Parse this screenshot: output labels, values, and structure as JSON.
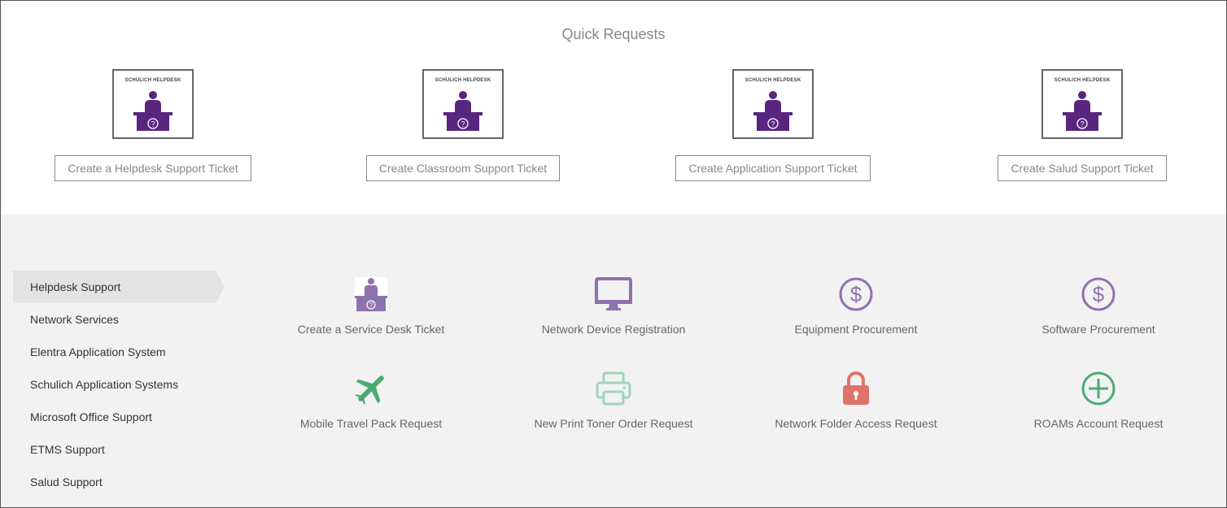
{
  "quick": {
    "title": "Quick Requests",
    "image_label": "SCHULICH HELPDESK",
    "buttons": [
      "Create a Helpdesk Support Ticket",
      "Create Classroom Support Ticket",
      "Create Application Support Ticket",
      "Create Salud Support Ticket"
    ]
  },
  "sidebar": {
    "items": [
      "Helpdesk Support",
      "Network Services",
      "Elentra Application System",
      "Schulich Application Systems",
      "Microsoft Office Support",
      "ETMS Support",
      "Salud Support"
    ]
  },
  "services": [
    "Create a Service Desk Ticket",
    "Network Device Registration",
    "Equipment Procurement",
    "Software Procurement",
    "Mobile Travel Pack Request",
    "New Print Toner Order Request",
    "Network Folder Access Request",
    "ROAMs Account Request"
  ],
  "colors": {
    "brand_purple": "#58267f",
    "icon_purple": "#8e72ad",
    "green": "#4caa73",
    "light_green": "#9fd4bc",
    "red": "#e0736a"
  }
}
